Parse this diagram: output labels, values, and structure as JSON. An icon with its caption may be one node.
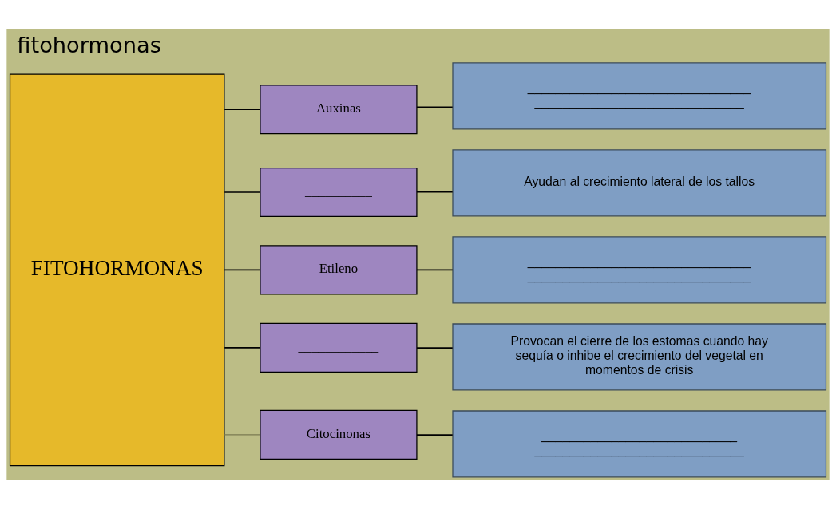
{
  "diagram": {
    "title": "fitohormonas",
    "nodes": [
      {
        "text": [
          "FITOHORMONAS"
        ]
      },
      {
        "text": [
          "Auxinas"
        ]
      },
      {
        "text": [
          "__________"
        ]
      },
      {
        "text": [
          "Etileno"
        ]
      },
      {
        "text": [
          "____________"
        ]
      },
      {
        "text": [
          "Citocinonas"
        ]
      },
      {
        "text": [
          "________________________________",
          "______________________________"
        ]
      },
      {
        "text": [
          "Ayudan al crecimiento lateral de los tallos"
        ]
      },
      {
        "text": [
          "________________________________",
          "________________________________"
        ]
      },
      {
        "text": [
          "Provocan el cierre de los estomas cuando hay sequía o inhibe el crecimiento del vegetal en momentos de crisis"
        ]
      },
      {
        "text": [
          "____________________________",
          "______________________________"
        ]
      }
    ],
    "edges": [
      {
        "from": 0,
        "to": 1,
        "arrow": "none"
      },
      {
        "from": 0,
        "to": 2,
        "arrow": "none"
      },
      {
        "from": 0,
        "to": 3,
        "arrow": "none"
      },
      {
        "from": 0,
        "to": 4,
        "arrow": "none"
      },
      {
        "from": 0,
        "to": 5,
        "arrow": "none",
        "color": "#7a7a50"
      },
      {
        "from": 1,
        "to": 6,
        "arrow": "none"
      },
      {
        "from": 2,
        "to": 7,
        "arrow": "none"
      },
      {
        "from": 3,
        "to": 8,
        "arrow": "none"
      },
      {
        "from": 4,
        "to": 9,
        "arrow": "none"
      },
      {
        "from": 5,
        "to": 10,
        "arrow": "none"
      }
    ]
  }
}
